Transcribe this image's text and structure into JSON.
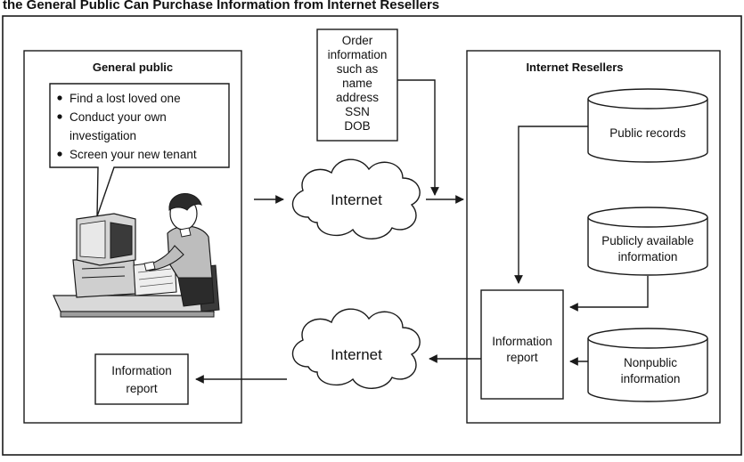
{
  "title": "the General Public Can Purchase Information from Internet Resellers",
  "general_public": {
    "title": "General public",
    "bullets": [
      "Find a lost loved one",
      "Conduct your own",
      "investigation",
      "Screen your new tenant"
    ]
  },
  "order_box": {
    "lines": [
      "Order",
      "information",
      "such as",
      "name",
      "address",
      "SSN",
      "DOB"
    ]
  },
  "internet_top": "Internet",
  "internet_bottom": "Internet",
  "resellers": {
    "title": "Internet Resellers",
    "public_records": "Public records",
    "publicly_available": [
      "Publicly available",
      "information"
    ],
    "nonpublic": [
      "Nonpublic",
      "information"
    ],
    "info_report": [
      "Information",
      "report"
    ]
  },
  "output_report": [
    "Information",
    "report"
  ],
  "colors": {
    "line": "#1a1a1a",
    "figure_shade": "#bdbdbd",
    "figure_dark": "#2b2b2b"
  }
}
